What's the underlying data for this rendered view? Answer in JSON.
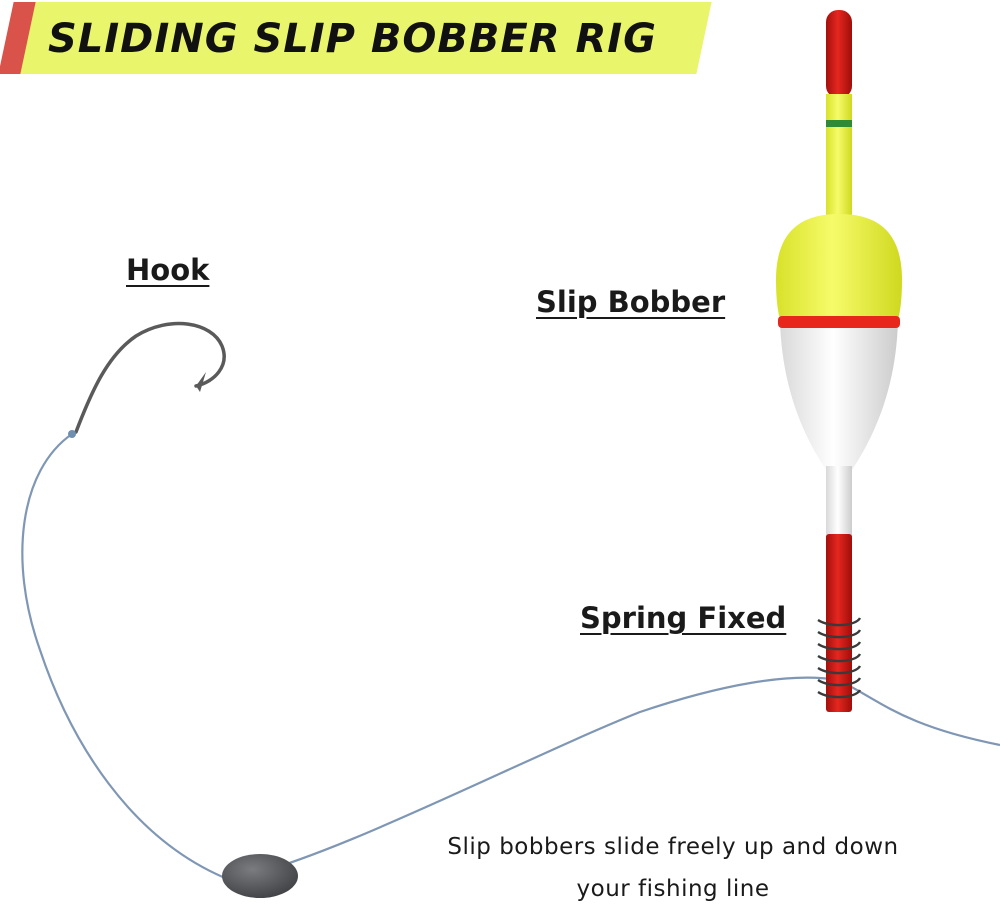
{
  "title": "SLIDING SLIP BOBBER RIG",
  "labels": {
    "hook": "Hook",
    "slip_bobber": "Slip Bobber",
    "spring_fixed": "Spring Fixed"
  },
  "caption": {
    "line1": "Slip bobbers slide freely up and down",
    "line2": "your fishing line"
  },
  "colors": {
    "banner": "#e9f56b",
    "banner_accent": "#d9534a",
    "bobber_yellow": "#eef53a",
    "bobber_red": "#e8261c",
    "bobber_white": "#f2f2f2",
    "stem_red": "#c91812",
    "line": "#7f97b4",
    "sinker": "#55575a",
    "hook": "#555555"
  }
}
